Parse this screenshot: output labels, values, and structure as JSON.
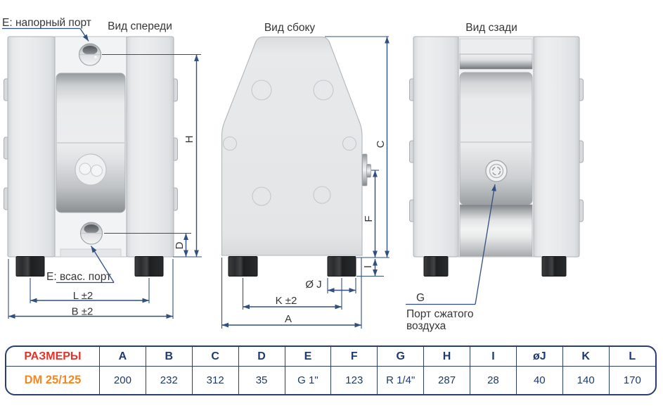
{
  "colors": {
    "dimension_line": "#31507f",
    "label_text": "#333537",
    "table_border": "#2b3e70",
    "table_header_text": "#1e3a74",
    "table_value_text": "#1d3a6c",
    "razmery_red": "#e3322a",
    "model_orange": "#f6861f",
    "body_fill": "#e7e9ea",
    "body_stroke": "#b2b5b8",
    "foot_dark": "#232425"
  },
  "views": {
    "front": {
      "title": "Вид спереди",
      "labels": {
        "discharge_port": "E: напорный порт",
        "suction_port": "E: всас. порт"
      },
      "dims": {
        "h": "H",
        "d": "D",
        "l": "L ±2",
        "b": "B ±2"
      }
    },
    "side": {
      "title": "Вид сбоку",
      "dims": {
        "c": "C",
        "f": "F",
        "i": "I",
        "oj": "Ø J",
        "k": "K ±2",
        "a": "A"
      }
    },
    "rear": {
      "title": "Вид сзади",
      "labels": {
        "air_port_letter": "G",
        "air_port_line1": "Порт сжатого",
        "air_port_line2": "воздуха"
      }
    }
  },
  "table": {
    "header": [
      "РАЗМЕРЫ",
      "A",
      "B",
      "C",
      "D",
      "E",
      "F",
      "G",
      "H",
      "I",
      "øJ",
      "K",
      "L"
    ],
    "row": {
      "model": "DM 25/125",
      "values": [
        "200",
        "232",
        "312",
        "35",
        "G 1\"",
        "123",
        "R 1/4\"",
        "287",
        "28",
        "40",
        "140",
        "170"
      ]
    }
  }
}
